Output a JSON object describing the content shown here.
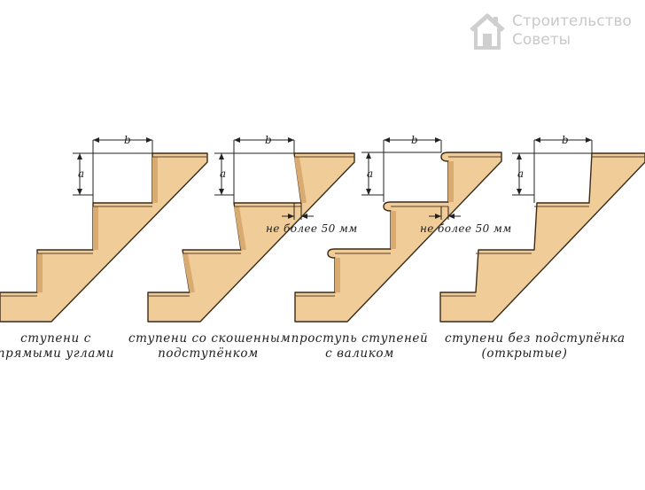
{
  "watermark": {
    "line1": "Строительство",
    "line2": "Советы",
    "icon": "house-logo-icon"
  },
  "dimension_labels": {
    "height": "a",
    "width": "b"
  },
  "note_label": "не более 50 мм",
  "colors": {
    "tread": "#eec994",
    "body": "#f0cd98",
    "outline": "#3a2a1a",
    "shadow": "#c79a62"
  },
  "stairs": [
    {
      "id": "square",
      "caption_lines": [
        "ступени с",
        "прямыми углами"
      ]
    },
    {
      "id": "slanted-riser",
      "caption_lines": [
        "ступени со скошенным",
        "подступёнком"
      ]
    },
    {
      "id": "nosing",
      "caption_lines": [
        "проступь ступеней",
        "с валиком"
      ]
    },
    {
      "id": "open",
      "caption_lines": [
        "ступени без подступёнка",
        "(открытые)"
      ]
    }
  ]
}
